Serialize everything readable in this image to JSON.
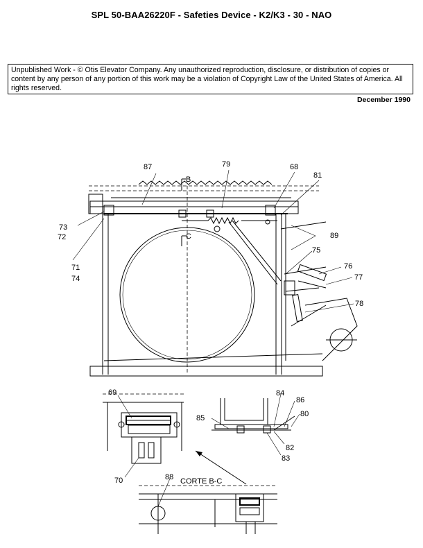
{
  "header": {
    "title": "SPL 50-BAA26220F  -  Safeties Device - K2/K3 - 30 - NAO"
  },
  "notice": {
    "text": "Unpublished Work - © Otis Elevator Company.  Any unauthorized reproduction, disclosure, or distribution of copies or content by any person of any portion of this work may be a violation of Copyright Law of the United States of America.  All rights reserved."
  },
  "date": "December 1990",
  "drawing": {
    "section_b": "B",
    "section_c": "C",
    "section_title": "CORTE B-C",
    "callouts": {
      "c87": "87",
      "c79": "79",
      "c68": "68",
      "c81": "81",
      "c89": "89",
      "c73": "73",
      "c72": "72",
      "c71": "71",
      "c74": "74",
      "c75": "75",
      "c76": "76",
      "c77": "77",
      "c78": "78",
      "c69": "69",
      "c70": "70",
      "c84": "84",
      "c86": "86",
      "c80": "80",
      "c85": "85",
      "c82": "82",
      "c83": "83",
      "c88": "88"
    }
  }
}
